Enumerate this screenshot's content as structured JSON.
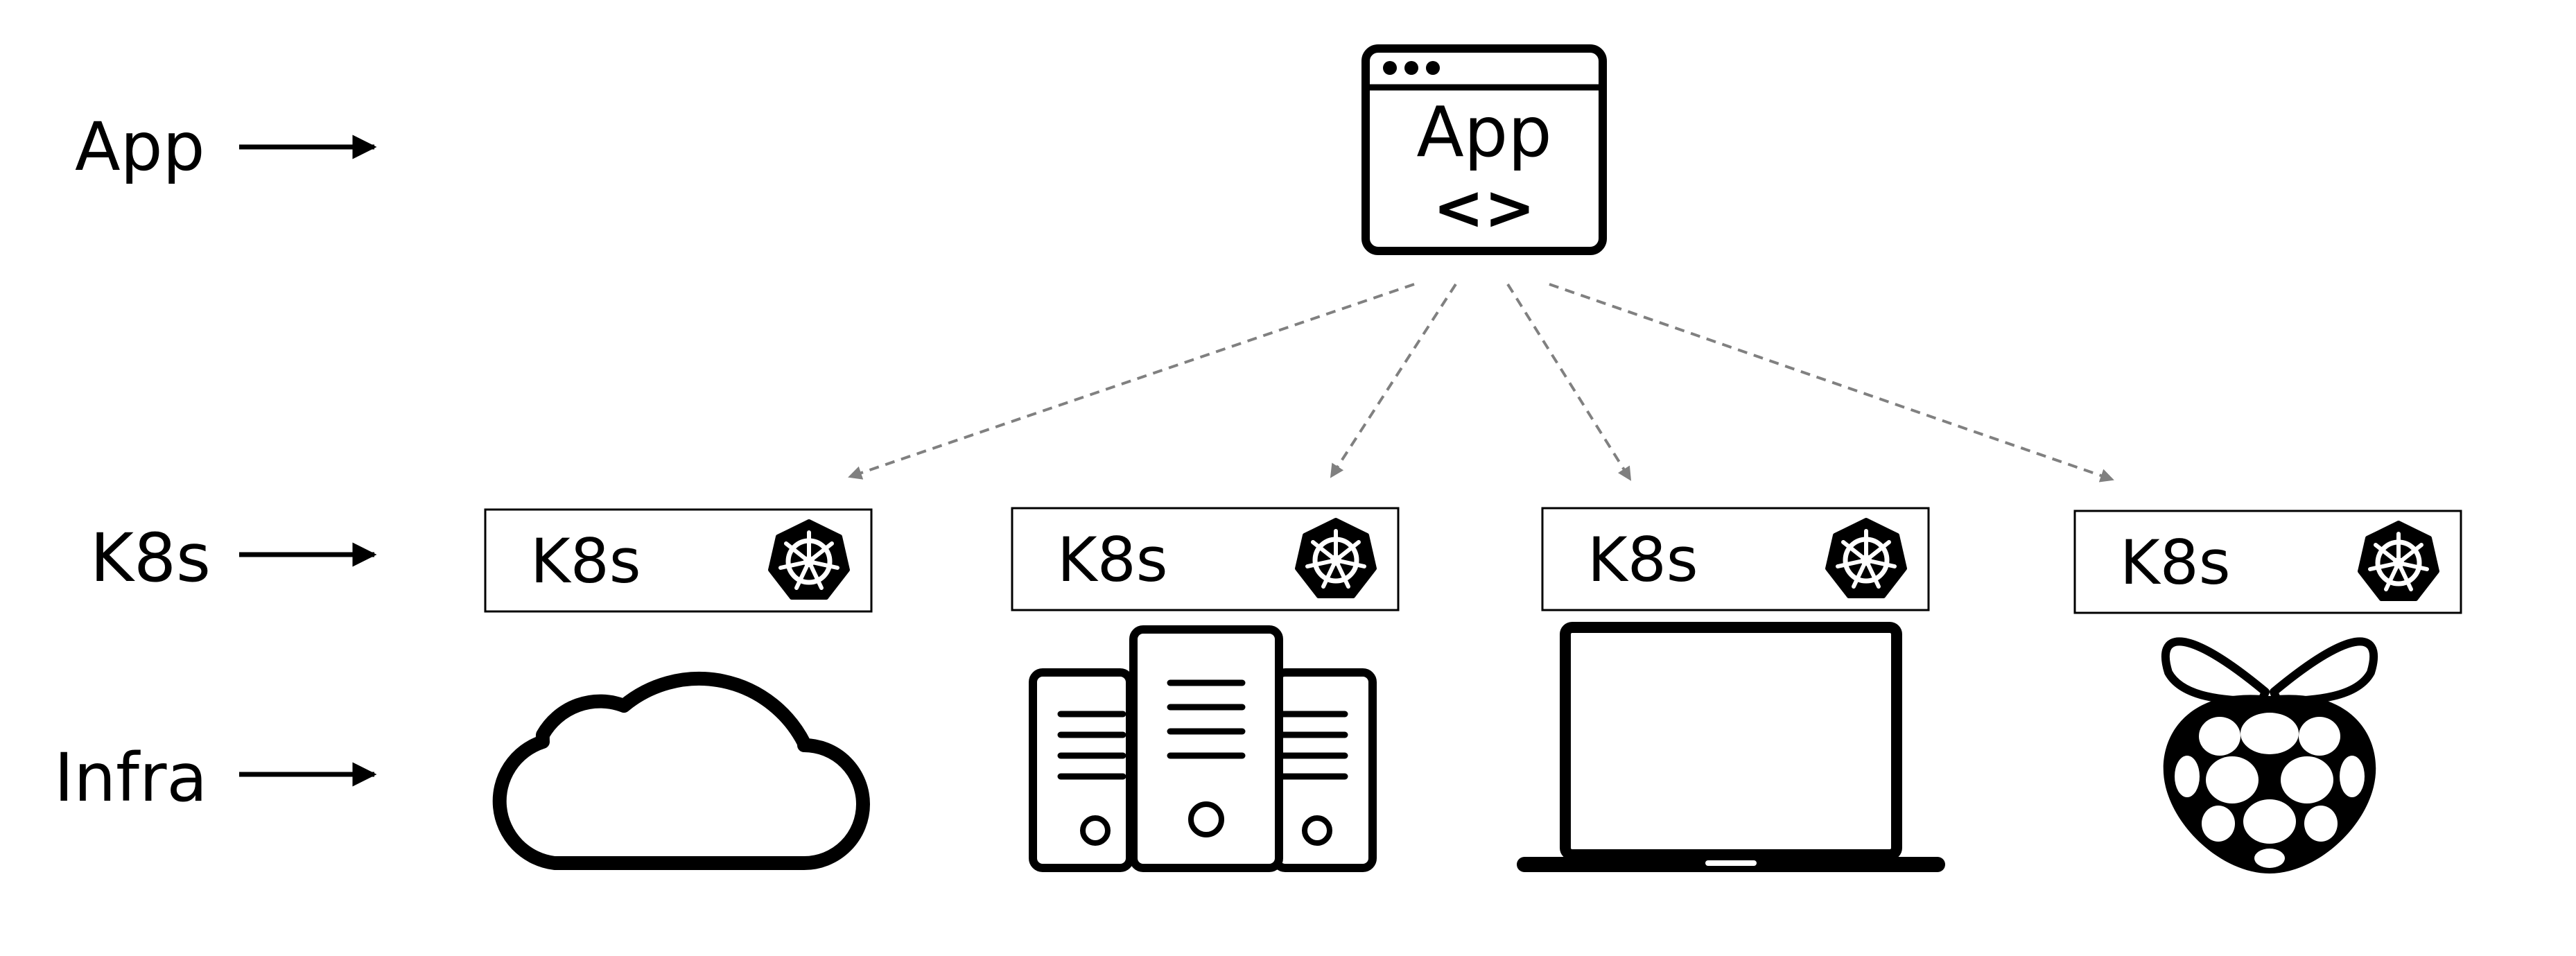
{
  "rows": [
    {
      "id": "app",
      "label": "App"
    },
    {
      "id": "k8s",
      "label": "K8s"
    },
    {
      "id": "infra",
      "label": "Infra"
    }
  ],
  "app_window": {
    "title": "App",
    "code_symbol": "<>",
    "icon": "app-window-icon"
  },
  "k8s_boxes": [
    {
      "label": "K8s",
      "icon": "kubernetes-helm-icon"
    },
    {
      "label": "K8s",
      "icon": "kubernetes-helm-icon"
    },
    {
      "label": "K8s",
      "icon": "kubernetes-helm-icon"
    },
    {
      "label": "K8s",
      "icon": "kubernetes-helm-icon"
    }
  ],
  "infra": [
    {
      "icon": "cloud-icon"
    },
    {
      "icon": "server-rack-icon"
    },
    {
      "icon": "laptop-icon"
    },
    {
      "icon": "raspberry-pi-icon"
    }
  ],
  "colors": {
    "stroke": "#000000",
    "dashed_arrow": "#808080",
    "background": "#ffffff"
  }
}
